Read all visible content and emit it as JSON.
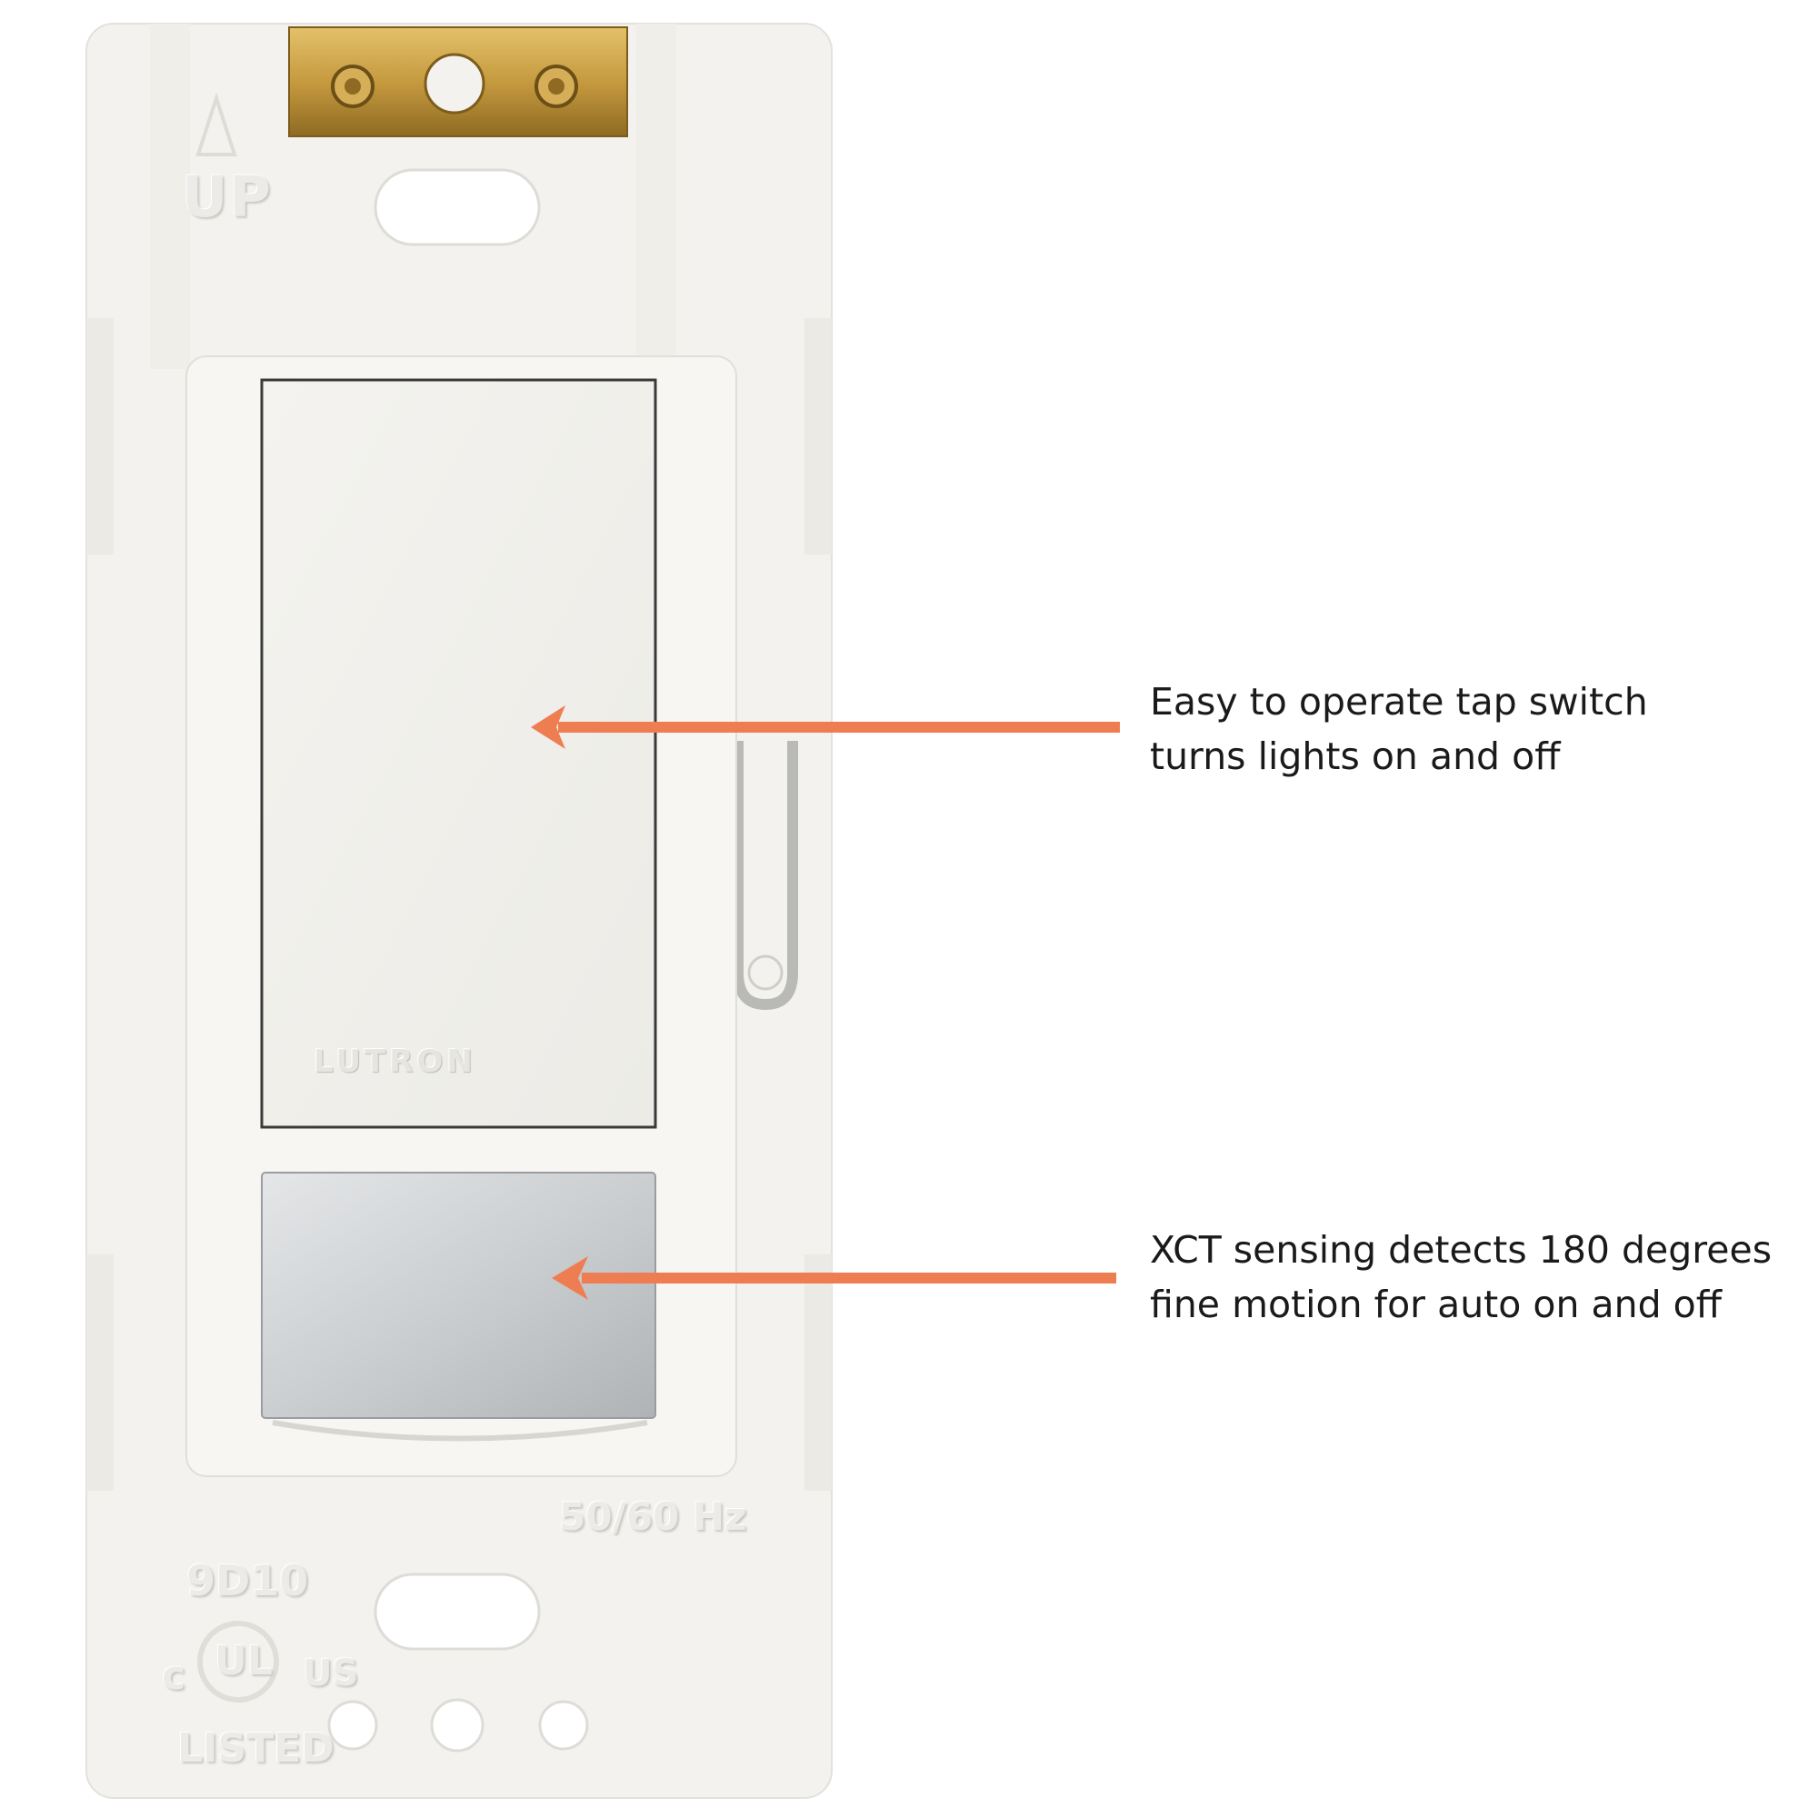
{
  "product": {
    "brand_label": "LUTRON",
    "orientation_text": "UP",
    "frequency_text": "50/60 Hz",
    "model_code": "9D10",
    "cert_letter_left": "c",
    "cert_letter_right": "US",
    "cert_mark": "UL",
    "cert_text": "LISTED"
  },
  "callouts": [
    {
      "line1": "Easy to operate tap switch",
      "line2": "turns lights on and off"
    },
    {
      "line1": "XCT sensing detects 180 degrees",
      "line2": "fine motion for auto on and off"
    }
  ],
  "colors": {
    "arrow": "#ee7d52",
    "brass": "#c69a3f",
    "plate": "#f3f2ee",
    "sensor": "#c6c9cc"
  }
}
